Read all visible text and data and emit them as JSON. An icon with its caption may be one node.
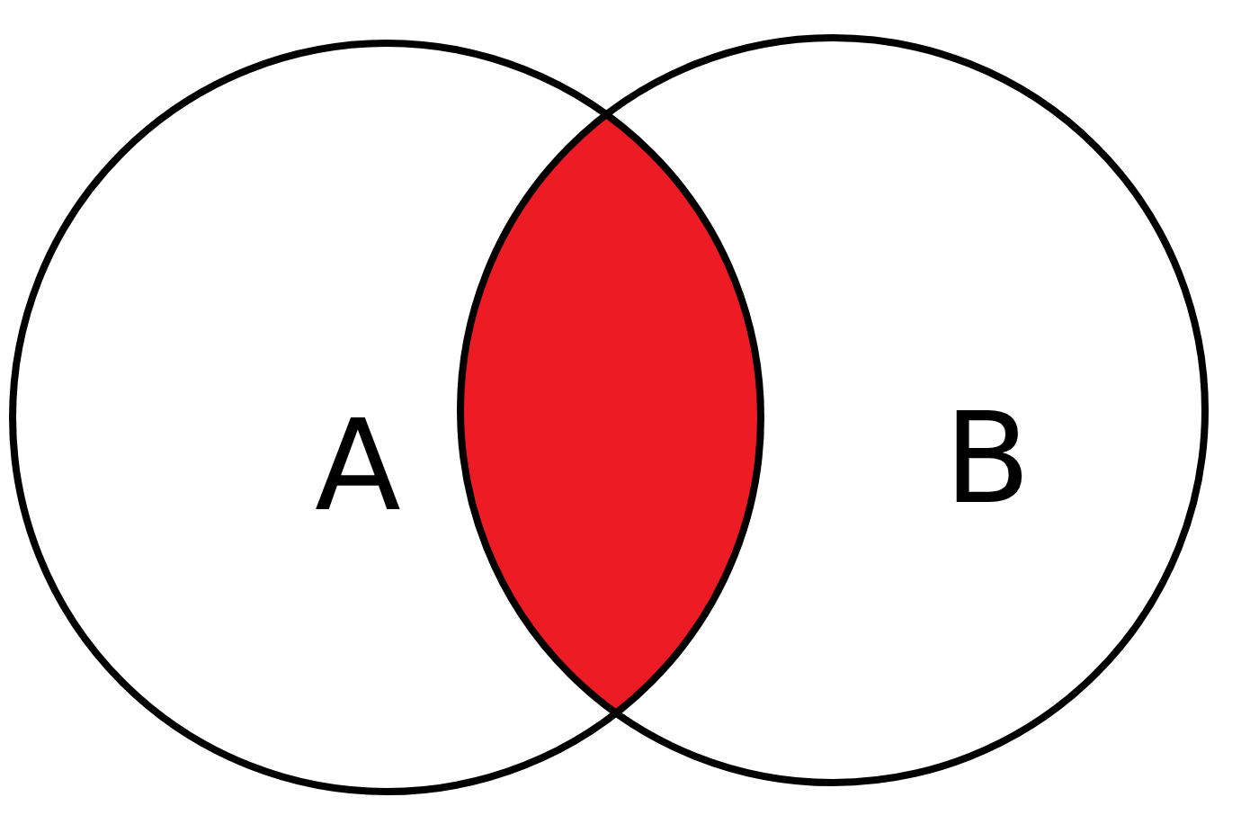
{
  "diagram": {
    "nodes": [
      {
        "text": [
          "A"
        ]
      },
      {
        "text": [],
        "shape": "lens"
      },
      {
        "text": [
          "B"
        ]
      }
    ]
  }
}
